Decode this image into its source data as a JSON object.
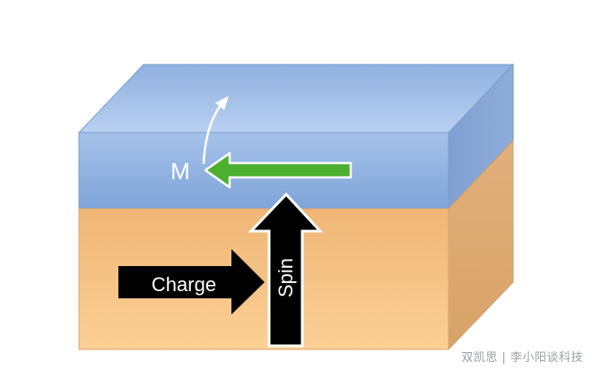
{
  "diagram": {
    "magnetization_label": "M",
    "charge_label": "Charge",
    "spin_label": "Spin",
    "colors": {
      "magnetic_layer_top": "#a9c4ec",
      "magnetic_layer_front": "#8fb2e2",
      "magnetic_layer_side": "#87a5d2",
      "substrate_front": "#f7c584",
      "substrate_side": "#e0b27b",
      "magnetization_arrow": "#4caf2f",
      "charge_arrow": "#000000",
      "spin_arrow": "#000000"
    }
  },
  "watermark": "双凯思 | 李小阳谈科技"
}
